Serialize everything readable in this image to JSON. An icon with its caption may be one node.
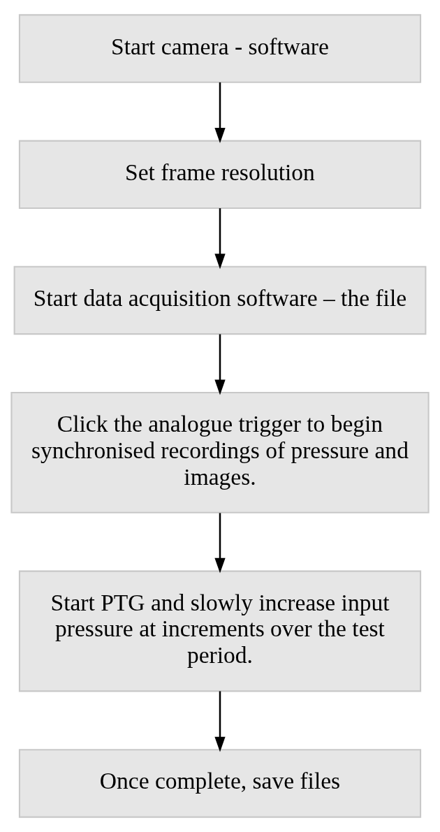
{
  "diagram": {
    "nodes": [
      {
        "text": [
          "Start camera - software"
        ]
      },
      {
        "text": [
          "Set frame resolution"
        ]
      },
      {
        "text": [
          "Start data acquisition software – the file"
        ]
      },
      {
        "text": [
          "Click the analogue trigger to begin synchronised recordings of pressure and images."
        ]
      },
      {
        "text": [
          "Start PTG and slowly increase input pressure at increments over the test period."
        ]
      },
      {
        "text": [
          "Once complete, save files"
        ]
      }
    ],
    "edges": [
      {
        "from": 0,
        "to": 1,
        "arrow": "to"
      },
      {
        "from": 1,
        "to": 2,
        "arrow": "to"
      },
      {
        "from": 2,
        "to": 3,
        "arrow": "to"
      },
      {
        "from": 3,
        "to": 4,
        "arrow": "to"
      },
      {
        "from": 4,
        "to": 5,
        "arrow": "to"
      }
    ]
  }
}
